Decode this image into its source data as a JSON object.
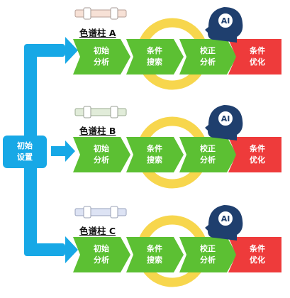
{
  "start_label_line1": "初始",
  "start_label_line2": "设置",
  "rows": [
    {
      "column": "色谱柱 A",
      "steps": [
        [
          "初始",
          "分析"
        ],
        [
          "条件",
          "搜索"
        ],
        [
          "校正",
          "分析"
        ],
        [
          "条件",
          "优化"
        ]
      ]
    },
    {
      "column": "色谱柱 B",
      "steps": [
        [
          "初始",
          "分析"
        ],
        [
          "条件",
          "搜索"
        ],
        [
          "校正",
          "分析"
        ],
        [
          "条件",
          "优化"
        ]
      ]
    },
    {
      "column": "色谱柱 C",
      "steps": [
        [
          "初始",
          "分析"
        ],
        [
          "条件",
          "搜索"
        ],
        [
          "校正",
          "分析"
        ],
        [
          "条件",
          "优化"
        ]
      ]
    }
  ],
  "ai_badge": "AI",
  "colors": {
    "blue": "#17a8e6",
    "green": "#5cc033",
    "green_dark": "#3f9a22",
    "red": "#ee3b3b",
    "yellow": "#f6d23a",
    "navy": "#1f3f6e"
  }
}
